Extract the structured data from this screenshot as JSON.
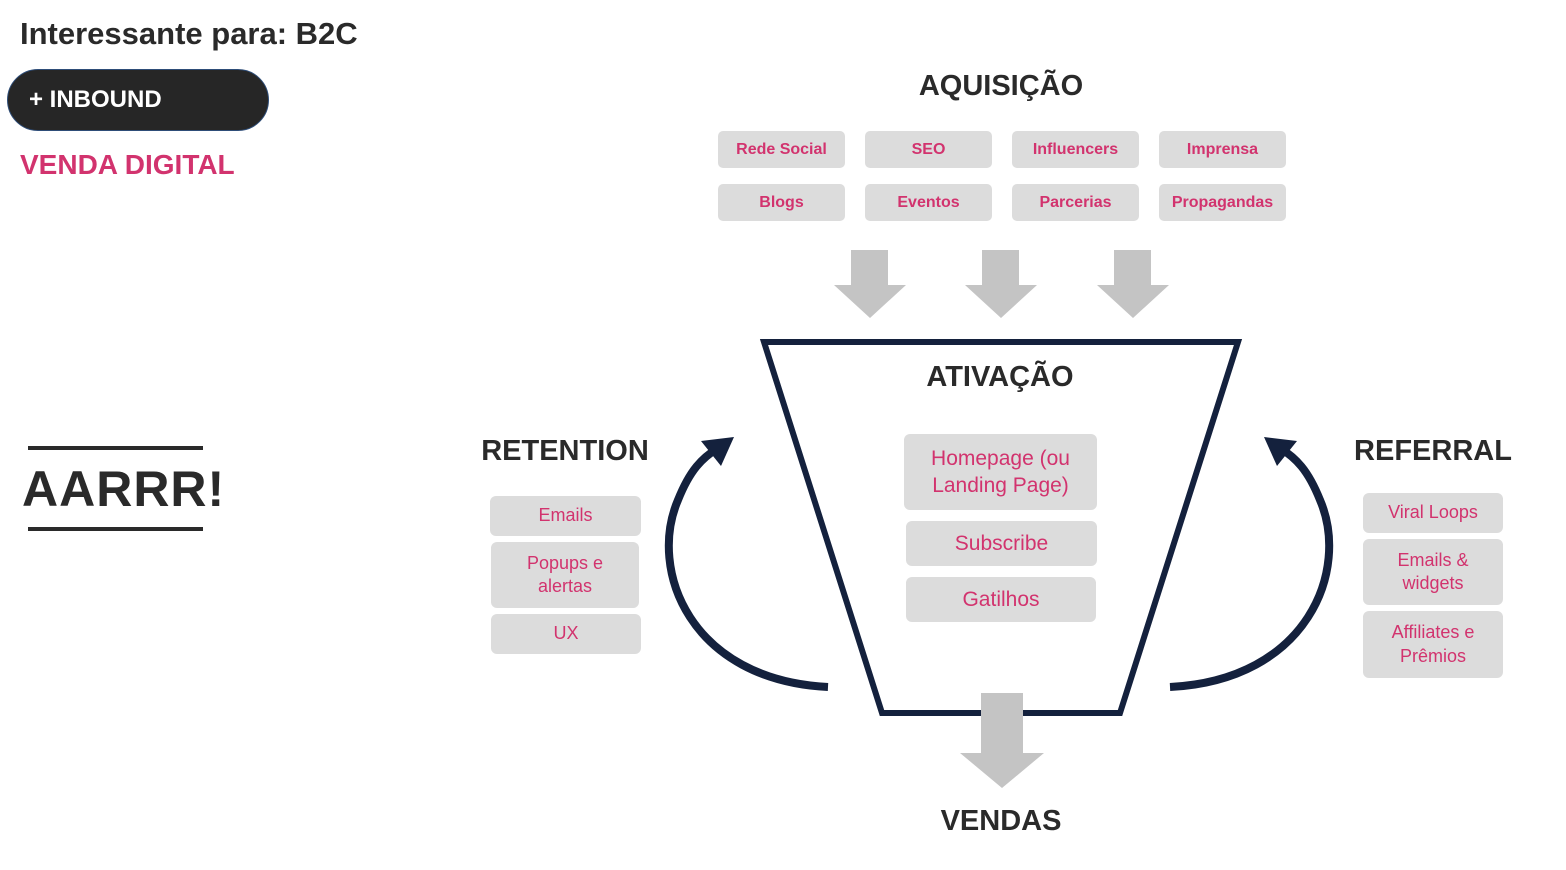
{
  "header": {
    "title": "Interessante para: B2C",
    "pill_label": "+ INBOUND",
    "subtitle": "VENDA DIGITAL"
  },
  "logo_text": "AARRR!",
  "acquisition": {
    "title": "AQUISIÇÃO",
    "chips": [
      "Rede Social",
      "SEO",
      "Influencers",
      "Imprensa",
      "Blogs",
      "Eventos",
      "Parcerias",
      "Propagandas"
    ]
  },
  "activation": {
    "title": "ATIVAÇÃO",
    "items": [
      "Homepage (ou Landing Page)",
      "Subscribe",
      "Gatilhos"
    ]
  },
  "retention": {
    "title": "RETENTION",
    "items": [
      "Emails",
      "Popups e alertas",
      "UX"
    ]
  },
  "referral": {
    "title": "REFERRAL",
    "items": [
      "Viral Loops",
      "Emails & widgets",
      "Affiliates e Prêmios"
    ]
  },
  "sales": {
    "title": "VENDAS"
  },
  "colors": {
    "accent": "#d2336e",
    "chip_bg": "#dcdcdc",
    "funnel_stroke": "#14213d",
    "arrow_gray": "#c4c4c4",
    "text_dark": "#2a2a2a"
  }
}
